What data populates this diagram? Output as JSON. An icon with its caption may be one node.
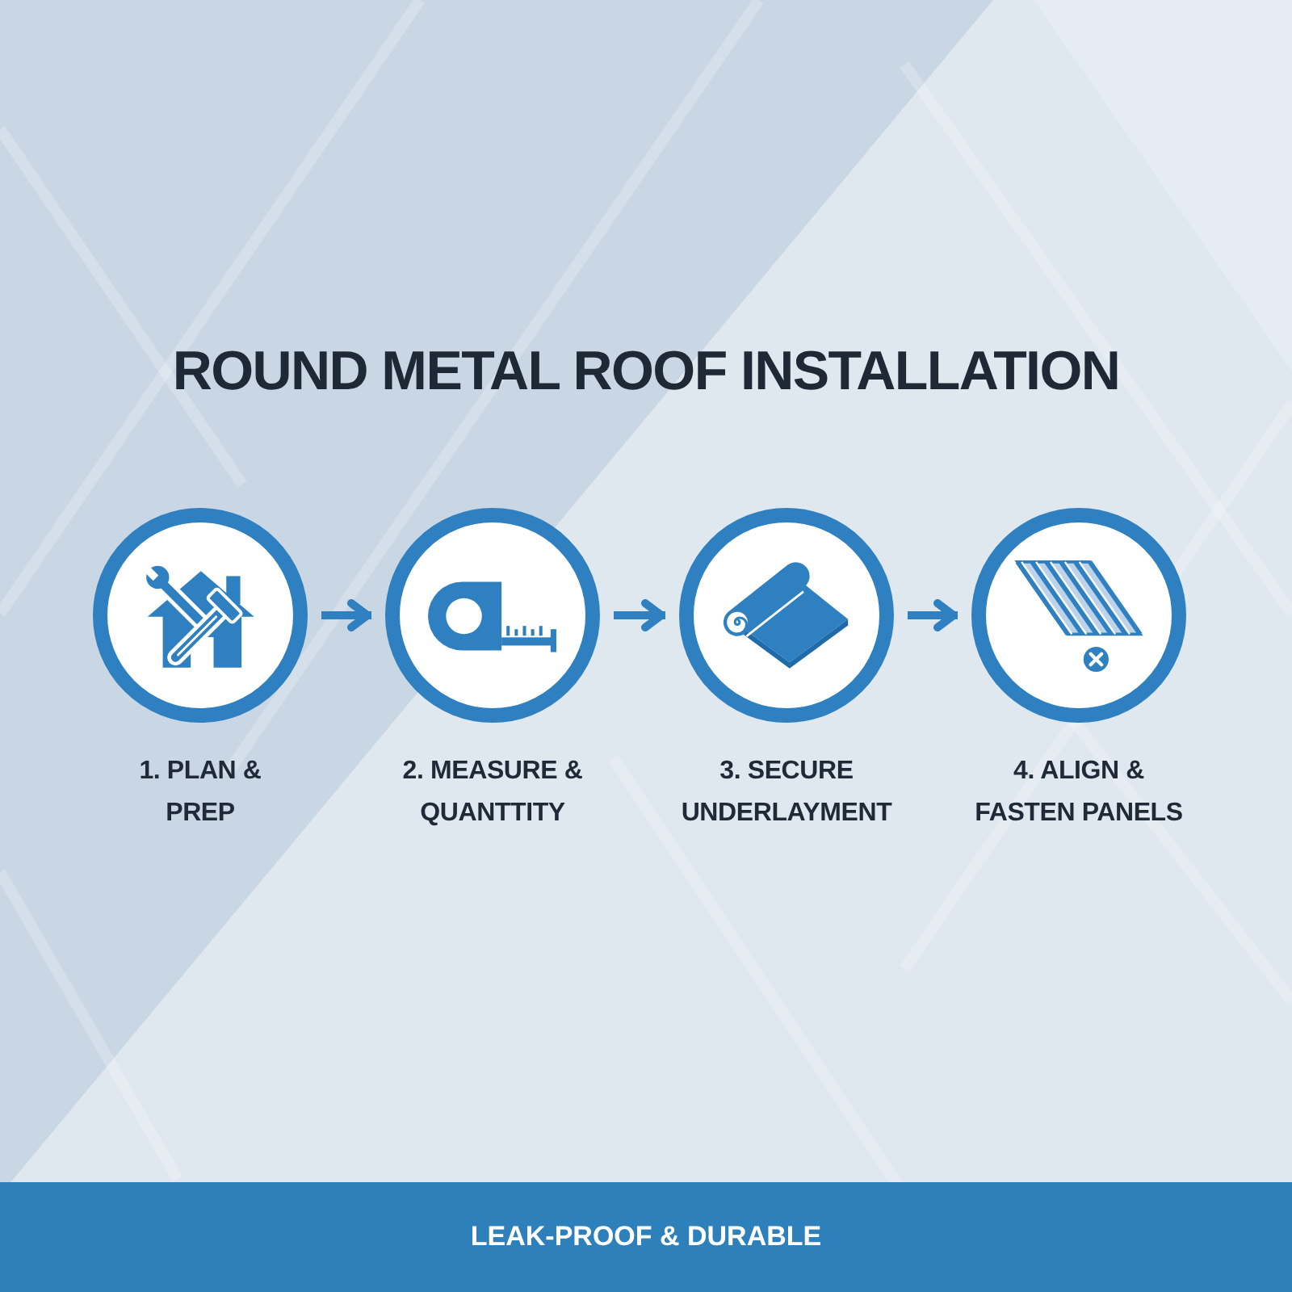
{
  "diagram": {
    "title": "ROUND METAL ROOF INSTALLATION",
    "nodes": [
      {
        "text": [
          "1. PLAN & PREP"
        ]
      },
      {
        "text": [
          "2. MEASURE & QUANTTITY"
        ]
      },
      {
        "text": [
          "3. SECURE UNDERLAYMENT"
        ]
      },
      {
        "text": [
          "4. ALIGN & FASTEN PANELS"
        ]
      },
      {
        "text": [
          "LEAK-PROOF & DURABLE"
        ]
      }
    ],
    "edges": [
      {
        "from": 0,
        "to": 1,
        "arrow": "to"
      },
      {
        "from": 1,
        "to": 2,
        "arrow": "to"
      },
      {
        "from": 2,
        "to": 3,
        "arrow": "to"
      }
    ]
  }
}
